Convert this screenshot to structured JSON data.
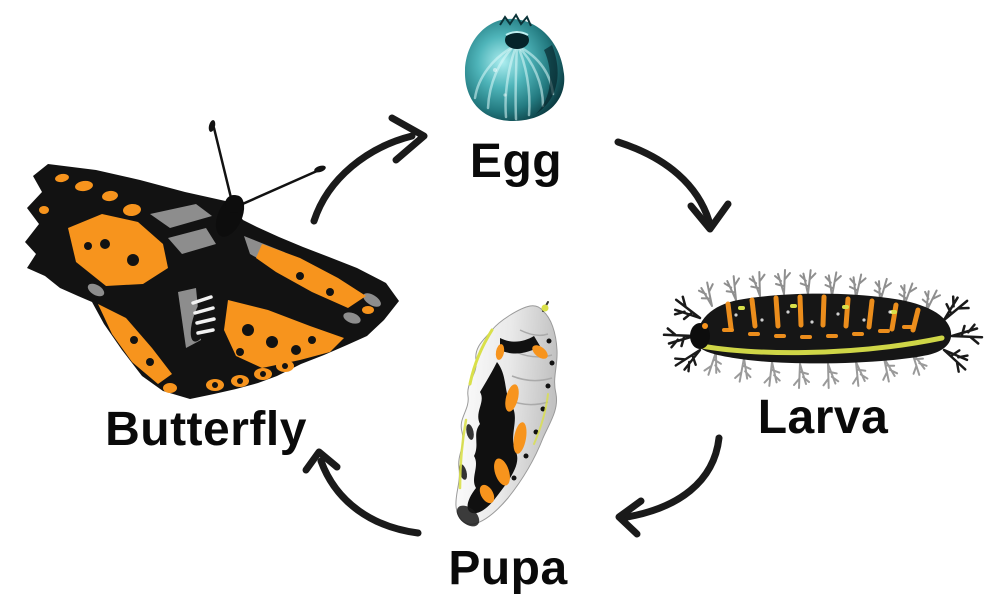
{
  "diagram": {
    "type": "life-cycle",
    "subject": "butterfly metamorphosis",
    "cycle_order": [
      "Egg",
      "Larva",
      "Pupa",
      "Butterfly"
    ]
  },
  "stages": {
    "egg": {
      "label": "Egg"
    },
    "larva": {
      "label": "Larva"
    },
    "pupa": {
      "label": "Pupa"
    },
    "butterfly": {
      "label": "Butterfly"
    }
  },
  "illustrations": {
    "egg": "teal ribbed butterfly egg",
    "larva": "spiny black-and-orange caterpillar",
    "pupa": "silver chrysalis with black and orange markings",
    "butterfly": "painted-lady butterfly with orange, gray and black wings"
  },
  "arrows": [
    {
      "name": "butterfly-to-egg",
      "direction": "up-right"
    },
    {
      "name": "egg-to-larva",
      "direction": "down-right"
    },
    {
      "name": "larva-to-pupa",
      "direction": "down-left"
    },
    {
      "name": "pupa-to-butterfly",
      "direction": "up-left"
    }
  ],
  "colors": {
    "orange": "#F7941D",
    "gray": "#8D8D8D",
    "ink": "#121212",
    "arrow": "#1A1A1A",
    "egg_teal_light": "#AEEEF0",
    "egg_teal": "#4FB5BA",
    "egg_teal_dark": "#0B3A40",
    "stripe_yellow_green": "#D9E04A",
    "text": "#0A0A0A",
    "background": "#FFFFFF"
  }
}
